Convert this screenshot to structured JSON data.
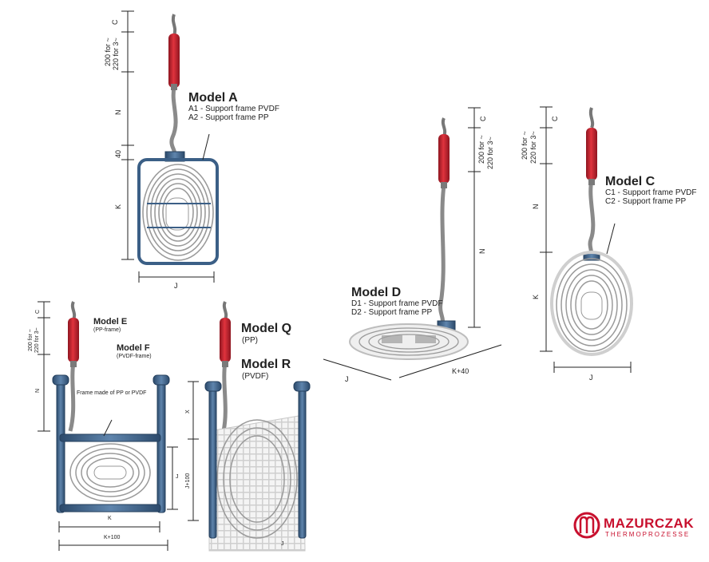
{
  "model_a": {
    "title": "Model A",
    "line1": "A1 - Support frame PVDF",
    "line2": "A2 - Support frame PP",
    "dim_c": "C",
    "dim_200a": "200 for ~",
    "dim_220a": "220 for 3~",
    "dim_n": "N",
    "dim_40": "40",
    "dim_k": "K",
    "dim_j": "J"
  },
  "model_c": {
    "title": "Model C",
    "line1": "C1 - Support frame PVDF",
    "line2": "C2 - Support frame PP",
    "dim_c": "C",
    "dim_200a": "200 for ~",
    "dim_220a": "220 for 3~",
    "dim_n": "N",
    "dim_k": "K",
    "dim_j": "J"
  },
  "model_d": {
    "title": "Model D",
    "line1": "D1 - Support frame PVDF",
    "line2": "D2 - Support frame PP",
    "dim_c": "C",
    "dim_200a": "200 for ~",
    "dim_220a": "220 for 3~",
    "dim_n": "N",
    "dim_j": "J",
    "dim_k40": "K+40"
  },
  "model_e": {
    "title": "Model E",
    "sub": "(PP-frame)"
  },
  "model_f": {
    "title": "Model F",
    "sub": "(PVDF-frame)",
    "frame_note": "Frame made of PP or PVDF",
    "dim_c": "C",
    "dim_200a": "200 for ~",
    "dim_220a": "220 for 3~",
    "dim_n": "N",
    "dim_j": "J",
    "dim_k": "K",
    "dim_k100": "K+100"
  },
  "model_q": {
    "title": "Model Q",
    "sub": "(PP)"
  },
  "model_r": {
    "title": "Model R",
    "sub": "(PVDF)",
    "dim_x": "X",
    "dim_j100": "J+100",
    "dim_j": "J"
  },
  "logo": {
    "name": "MAZURCZAK",
    "tagline": "THERMOPROZESSE",
    "color": "#c8102e"
  },
  "colors": {
    "frame": "#3b5f86",
    "heater": "#c52230",
    "coil": "#9a9a9a",
    "dims": "#222222"
  }
}
